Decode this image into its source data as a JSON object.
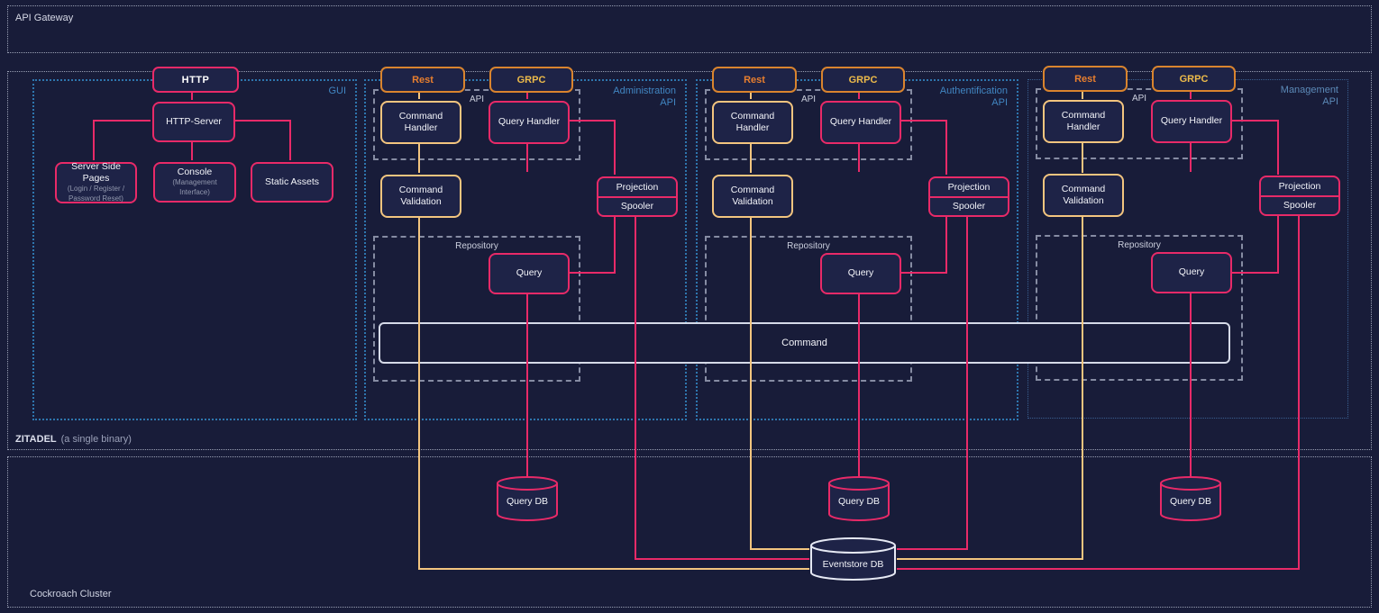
{
  "colors": {
    "background": "#181c39",
    "pink_accent": "#e82a68",
    "yellow_accent": "#f3c57f",
    "orange_border": "#d9842e",
    "rest_text": "#e97f2e",
    "grpc_text": "#edbb4a",
    "section_blue": "#4186c2",
    "management_blue": "#5c8ab8",
    "white_line": "#d5dae8"
  },
  "api_gateway": {
    "label": "API Gateway"
  },
  "zitadel": {
    "name": "ZITADEL",
    "subtitle": "(a single binary)"
  },
  "cockroach": {
    "label": "Cockroach Cluster"
  },
  "gui": {
    "label": "GUI",
    "http": "HTTP",
    "http_server": "HTTP-Server",
    "server_side_pages": {
      "title": "Server Side Pages",
      "subtitle1": "(Login / Register /",
      "subtitle2": "Password Reset)"
    },
    "console": {
      "title": "Console",
      "subtitle": "(Management Interface)"
    },
    "static_assets": "Static Assets"
  },
  "command_bar": {
    "label": "Command"
  },
  "sections": [
    {
      "label1": "Administration",
      "label2": "API",
      "rest": "Rest",
      "grpc": "GRPC",
      "api_box_label": "API",
      "command_handler": "Command Handler",
      "query_handler": "Query Handler",
      "command_validation": "Command Validation",
      "projection": "Projection",
      "spooler": "Spooler",
      "repository_label": "Repository",
      "query": "Query",
      "query_db": "Query DB"
    },
    {
      "label1": "Authentification",
      "label2": "API",
      "rest": "Rest",
      "grpc": "GRPC",
      "api_box_label": "API",
      "command_handler": "Command Handler",
      "query_handler": "Query Handler",
      "command_validation": "Command Validation",
      "projection": "Projection",
      "spooler": "Spooler",
      "repository_label": "Repository",
      "query": "Query",
      "query_db": "Query DB"
    },
    {
      "label1": "Management",
      "label2": "API",
      "rest": "Rest",
      "grpc": "GRPC",
      "api_box_label": "API",
      "command_handler": "Command Handler",
      "query_handler": "Query Handler",
      "command_validation": "Command Validation",
      "projection": "Projection",
      "spooler": "Spooler",
      "repository_label": "Repository",
      "query": "Query",
      "query_db": "Query DB"
    }
  ],
  "eventstore_db": {
    "label": "Eventstore DB"
  }
}
